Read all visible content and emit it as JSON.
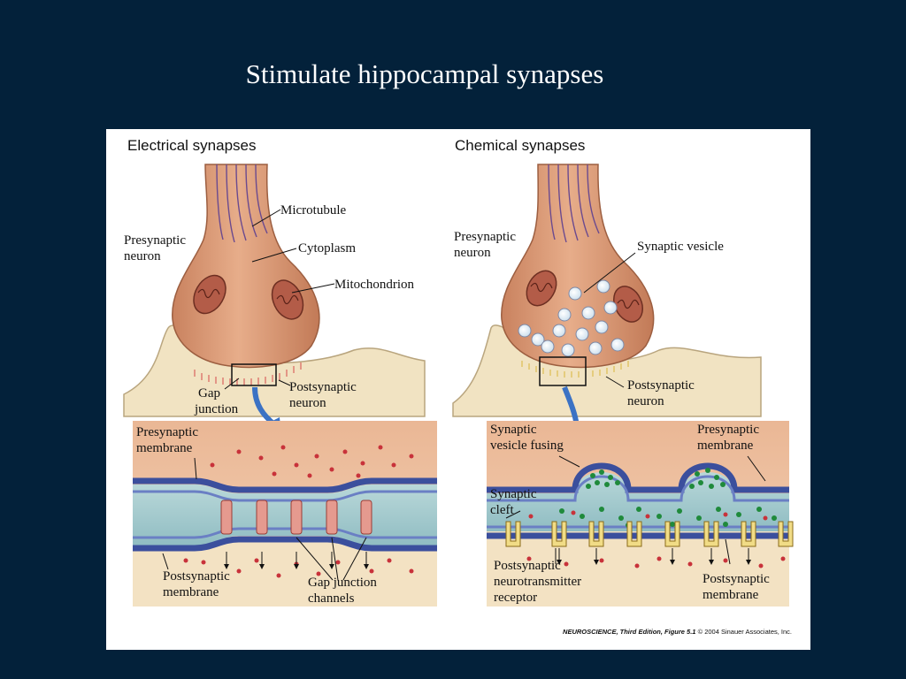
{
  "slide": {
    "title": "Stimulate hippocampal synapses"
  },
  "figure": {
    "electrical": {
      "heading": "Electrical synapses",
      "labels": {
        "presynaptic_neuron": [
          "Presynaptic",
          "neuron"
        ],
        "microtubule": "Microtubule",
        "cytoplasm": "Cytoplasm",
        "mitochondrion": "Mitochondrion",
        "gap_junction": [
          "Gap",
          "junction"
        ],
        "postsynaptic_neuron": [
          "Postsynaptic",
          "neuron"
        ]
      },
      "inset": {
        "presynaptic_membrane": [
          "Presynaptic",
          "membrane"
        ],
        "postsynaptic_membrane": [
          "Postsynaptic",
          "membrane"
        ],
        "gap_junction_channels": [
          "Gap junction",
          "channels"
        ]
      }
    },
    "chemical": {
      "heading": "Chemical synapses",
      "labels": {
        "presynaptic_neuron": [
          "Presynaptic",
          "neuron"
        ],
        "synaptic_vesicle": "Synaptic vesicle",
        "postsynaptic_neuron": [
          "Postsynaptic",
          "neuron"
        ]
      },
      "inset": {
        "synaptic_vesicle_fusing": [
          "Synaptic",
          "vesicle fusing"
        ],
        "presynaptic_membrane": [
          "Presynaptic",
          "membrane"
        ],
        "synaptic_cleft": [
          "Synaptic",
          "cleft"
        ],
        "receptor": [
          "Postsynaptic",
          "neurotransmitter",
          "receptor"
        ],
        "postsynaptic_membrane": [
          "Postsynaptic",
          "membrane"
        ]
      }
    },
    "credit": {
      "emph": "NEUROSCIENCE, Third Edition, Figure 5.1",
      "rest": "© 2004 Sinauer Associates, Inc."
    }
  },
  "colors": {
    "background": "#03213a",
    "neuron": "#dfa07e",
    "postsynaptic": "#f3e6c7",
    "cleft": "#9cc5c9",
    "membrane": "#3b4f9d",
    "ion": "#c8323a",
    "transmitter": "#1f8a3b"
  }
}
